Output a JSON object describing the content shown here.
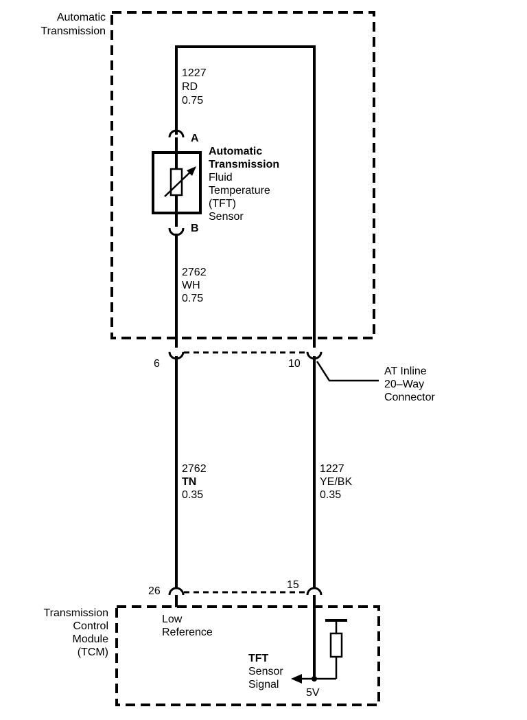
{
  "transmission": {
    "label_line1": "Automatic",
    "label_line2": "Transmission"
  },
  "wire_top": {
    "circuit": "1227",
    "color": "RD",
    "size": "0.75"
  },
  "sensor": {
    "pin_a": "A",
    "pin_b": "B",
    "name_lines": [
      "Automatic",
      "Transmission",
      "Fluid",
      "Temperature",
      "(TFT)",
      "Sensor"
    ]
  },
  "wire_mid": {
    "circuit": "2762",
    "color": "WH",
    "size": "0.75"
  },
  "inline_connector": {
    "pin_left": "6",
    "pin_right": "10",
    "name_lines": [
      "AT Inline",
      "20–Way",
      "Connector"
    ]
  },
  "wire_left_lower": {
    "circuit": "2762",
    "color": "TN",
    "size": "0.35"
  },
  "wire_right_lower": {
    "circuit": "1227",
    "color": "YE/BK",
    "size": "0.35"
  },
  "tcm": {
    "pin_left": "26",
    "pin_right": "15",
    "name_lines": [
      "Transmission",
      "Control",
      "Module",
      "(TCM)"
    ],
    "low_ref_lines": [
      "Low",
      "Reference"
    ],
    "signal_lines": [
      "TFT",
      "Sensor",
      "Signal"
    ],
    "voltage": "5V"
  }
}
